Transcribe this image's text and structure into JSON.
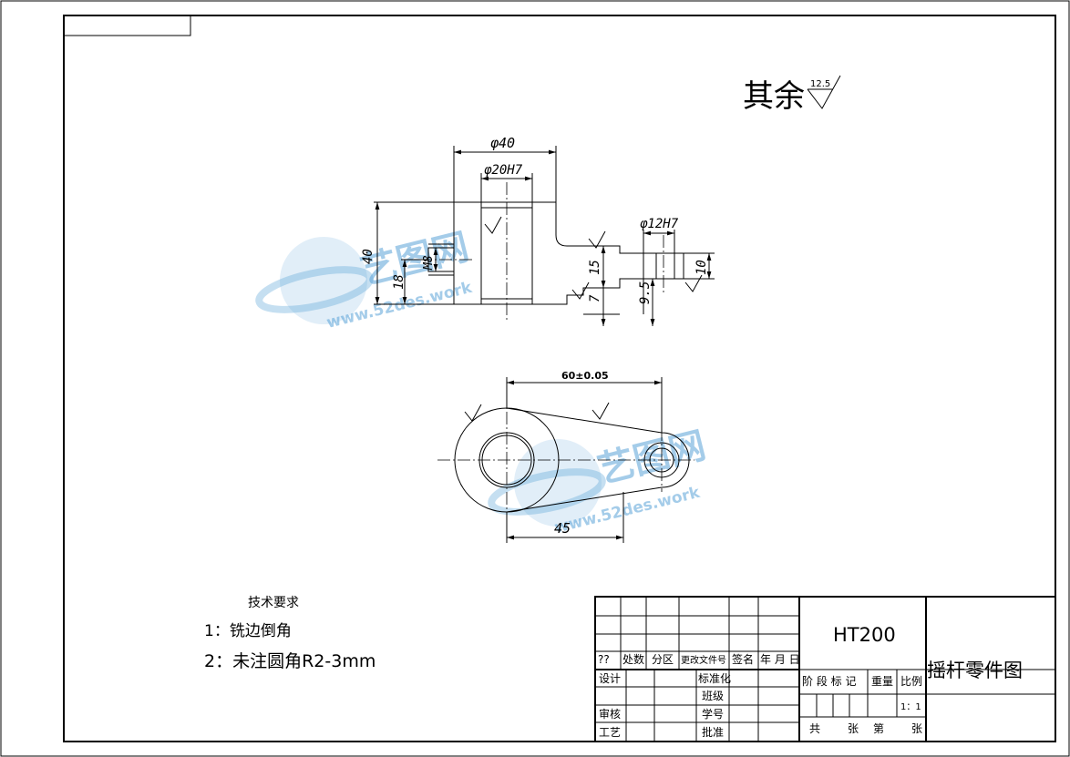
{
  "roughness": {
    "label": "其余",
    "value": "12.5"
  },
  "dimensions": {
    "d40": "φ40",
    "d20h7": "φ20H7",
    "d12h7": "φ12H7",
    "h40": "40",
    "h18": "18",
    "m8": "M8",
    "h15": "15",
    "h7": "7",
    "h9_5": "9.5",
    "h10": "10",
    "c60": "60±0.05",
    "c45": "45"
  },
  "watermark": {
    "brand": "艺图网",
    "site": "www.52des.work"
  },
  "tech_requirements": {
    "title": "技术要求",
    "items": [
      "1：铣边倒角",
      "2：未注圆角R2-3mm"
    ]
  },
  "title_block": {
    "material": "HT200",
    "part_name": "摇杆零件图",
    "scale": "1：1",
    "headers": {
      "biaoji": "??",
      "chushu": "处数",
      "fenqu": "分区",
      "gaiwenjian": "更改文件号",
      "qianming": "签名",
      "riqi": "年 月 日"
    },
    "labels": {
      "sheji": "设计",
      "biaozhunhua": "标准化",
      "banji": "班级",
      "shenhe": "审核",
      "xuehao": "学号",
      "gongyi": "工艺",
      "pizhun": "批准",
      "jieduan": "阶 段 标 记",
      "zhongliang": "重量",
      "bili": "比例",
      "gong": "共",
      "zhang1": "张",
      "di": "第",
      "zhang2": "张"
    }
  }
}
